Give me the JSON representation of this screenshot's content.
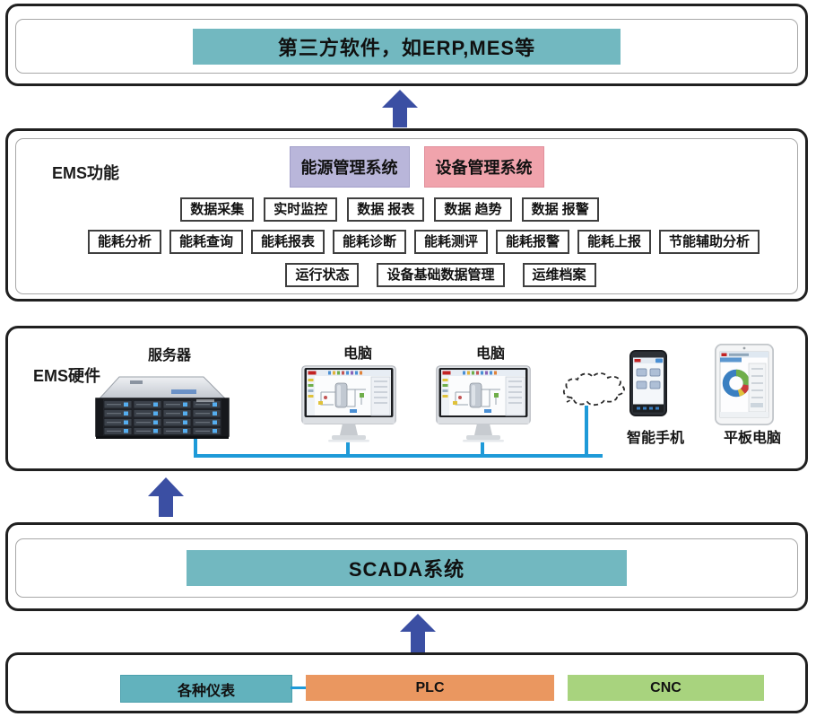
{
  "palette": {
    "banner_teal": "#72b8c0",
    "lavender": "#b9b6da",
    "pink": "#f0a3ac",
    "field_teal": "#62b2bd",
    "plc_orange": "#ea9760",
    "cnc_green": "#a8d37e",
    "arrow_blue": "#3b4fa3",
    "network_line_blue": "#1e9ad8",
    "panel_border": "#202020"
  },
  "icons": {
    "arrow": "up-arrow-icon",
    "server": "server-rack-icon",
    "desktop": "desktop-monitor-icon",
    "cloud": "cloud-outline-icon",
    "smartphone": "smartphone-icon",
    "tablet": "tablet-icon"
  },
  "layer_top": {
    "banner": "第三方软件，如ERP,MES等"
  },
  "layer_functions": {
    "label": "EMS功能",
    "systems": [
      {
        "label": "能源管理系统"
      },
      {
        "label": "设备管理系统"
      }
    ],
    "row1": [
      "数据采集",
      "实时监控",
      "数据 报表",
      "数据 趋势",
      "数据 报警"
    ],
    "row2": [
      "能耗分析",
      "能耗查询",
      "能耗报表",
      "能耗诊断",
      "能耗测评",
      "能耗报警",
      "能耗上报",
      "节能辅助分析"
    ],
    "row3": [
      "运行状态",
      "设备基础数据管理",
      "运维档案"
    ]
  },
  "layer_hardware": {
    "label": "EMS硬件",
    "devices": {
      "server": "服务器",
      "pc1": "电脑",
      "pc2": "电脑",
      "phone": "智能手机",
      "tablet": "平板电脑"
    }
  },
  "layer_scada": {
    "banner": "SCADA系统"
  },
  "layer_field": {
    "items": [
      "各种仪表",
      "PLC",
      "CNC"
    ]
  }
}
